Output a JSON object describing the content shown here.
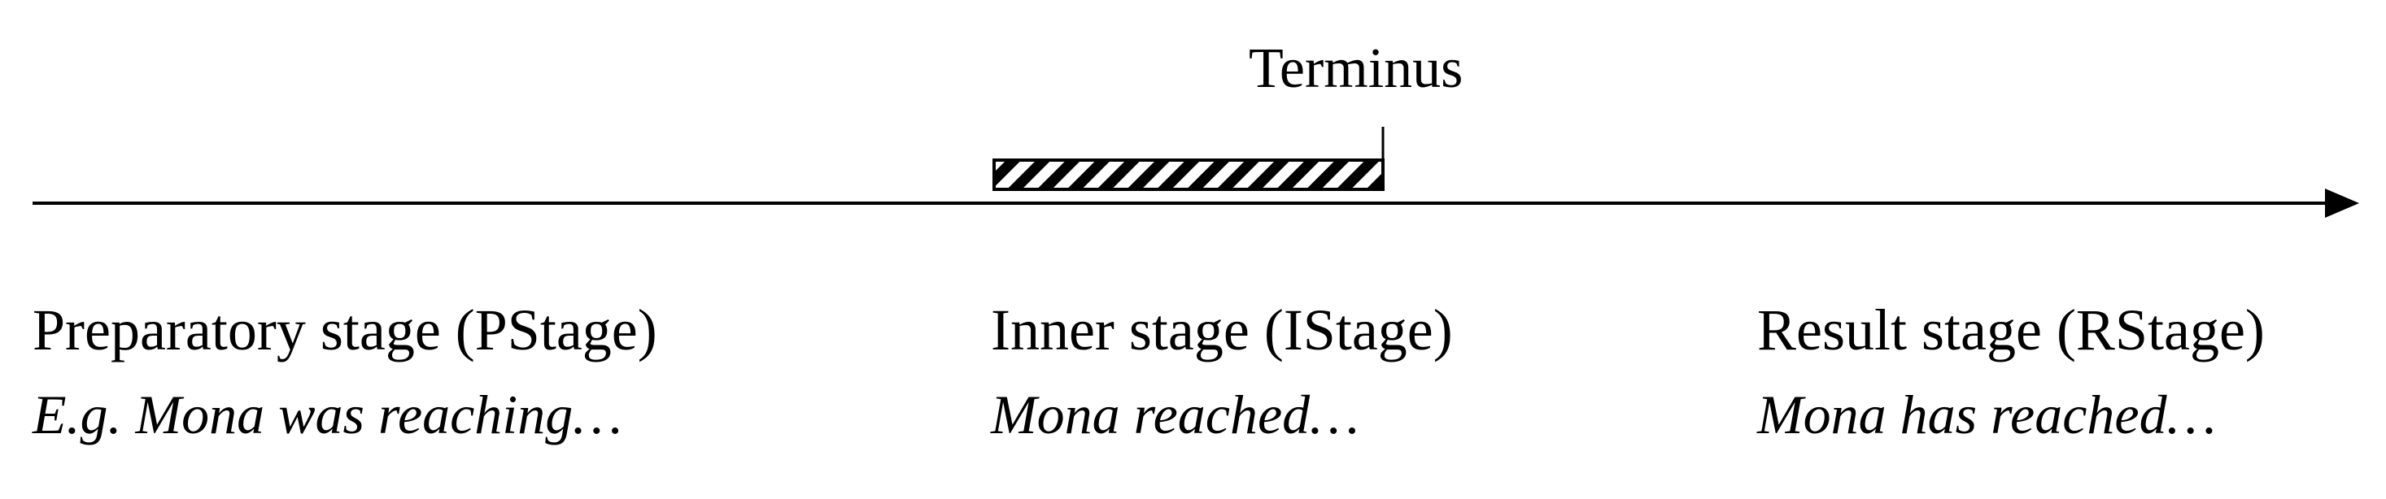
{
  "terminus_label": "Terminus",
  "stages": [
    {
      "name": "Preparatory stage (PStage)",
      "example": "E.g. Mona was reaching…"
    },
    {
      "name": "Inner stage (IStage)",
      "example": "Mona reached…"
    },
    {
      "name": "Result stage (RStage)",
      "example": "Mona has reached…"
    }
  ],
  "colors": {
    "ink": "#000000",
    "background": "#ffffff"
  }
}
